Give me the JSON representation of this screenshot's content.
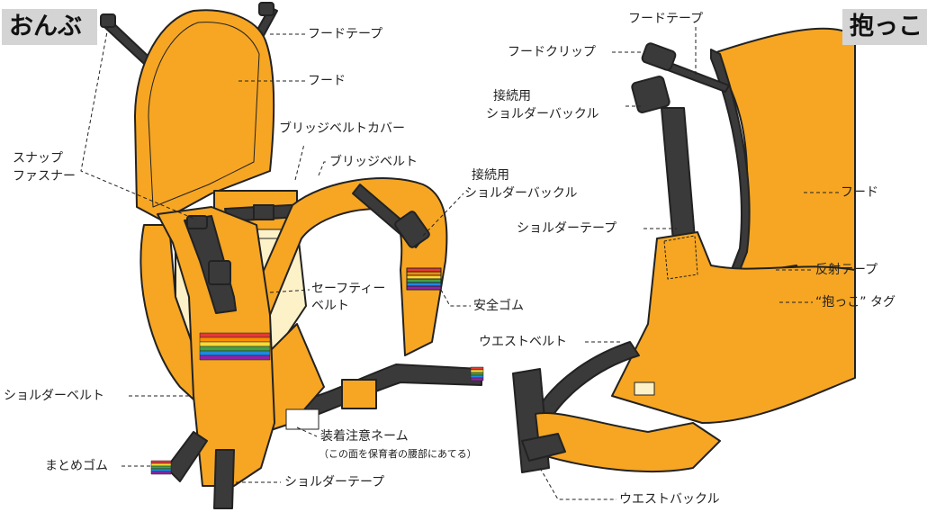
{
  "headers": {
    "left": "おんぶ",
    "right": "抱っこ"
  },
  "colors": {
    "fabric": "#F6A623",
    "strap": "#3a3a3a",
    "outline": "#222222",
    "reflective": "#a9a9a9",
    "inner_mesh": "#fdf1c8"
  },
  "labels_left": {
    "hood_tape": "フードテープ",
    "hood": "フード",
    "bridge_belt_cover": "ブリッジベルトカバー",
    "bridge_belt": "ブリッジベルト",
    "snap_fastener_1": "スナップ",
    "snap_fastener_2": "ファスナー",
    "connect_buckle_1": "接続用",
    "connect_buckle_2": "ショルダーバックル",
    "safety_belt_1": "セーフティー",
    "safety_belt_2": "ベルト",
    "safety_elastic": "安全ゴム",
    "shoulder_belt": "ショルダーベルト",
    "caution_name": "装着注意ネーム",
    "caution_note": "（この面を保育者の腰部にあてる）",
    "tidy_elastic": "まとめゴム",
    "shoulder_tape": "ショルダーテープ"
  },
  "labels_right": {
    "hood_tape": "フードテープ",
    "hood_clip": "フードクリップ",
    "connect_buckle_1": "接続用",
    "connect_buckle_2": "ショルダーバックル",
    "shoulder_tape": "ショルダーテープ",
    "hood": "フード",
    "reflective_tape": "反射テープ",
    "dakko_tag": "“抱っこ” タグ",
    "waist_belt": "ウエストベルト",
    "waist_buckle": "ウエストバックル"
  }
}
